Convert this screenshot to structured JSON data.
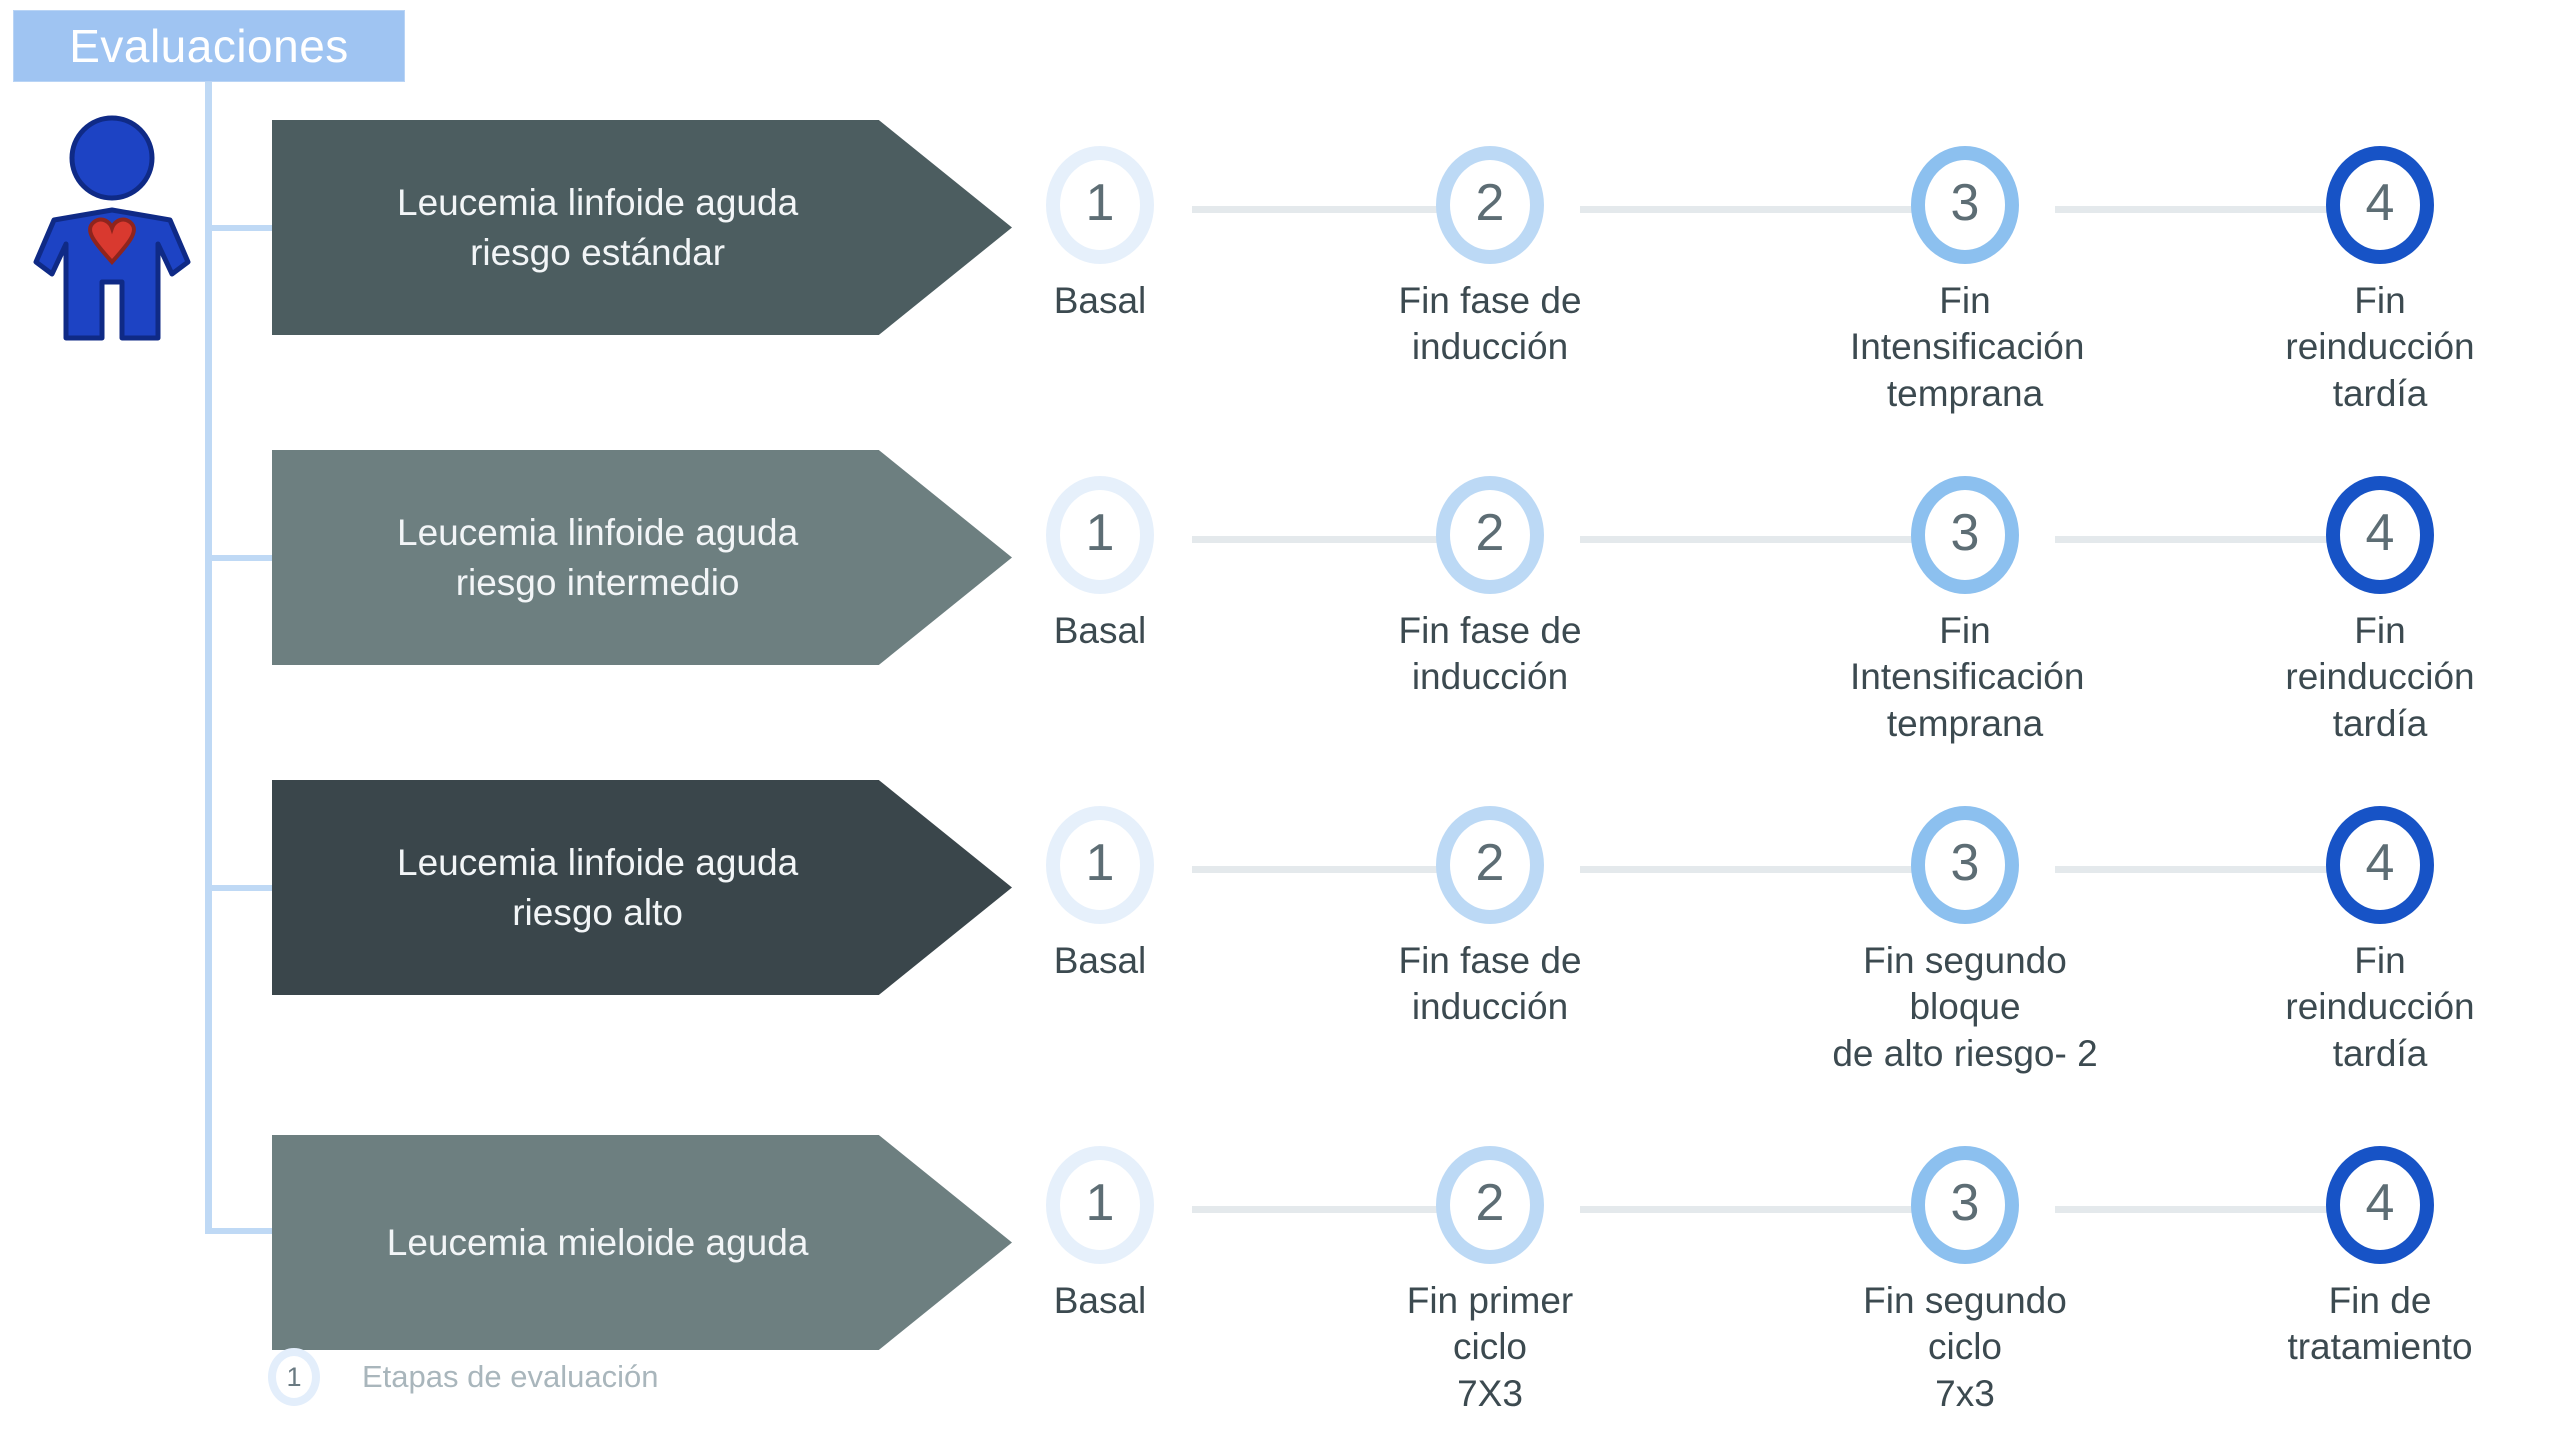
{
  "header": {
    "title": "Evaluaciones"
  },
  "patient_icon": {
    "name": "patient-with-heart-icon",
    "body_color": "#1d43c4",
    "heart_color": "#d9392f"
  },
  "legend": {
    "number": "1",
    "text": "Etapas de evaluación"
  },
  "palette": {
    "header_bg": "#9fc4f2",
    "connector": "#bfd9f5",
    "timeline_line": "#e4e9ec",
    "stage1": "#e6f0fb",
    "stage2": "#bcd9f5",
    "stage3": "#8cc0ef",
    "stage4": "#1753c6",
    "arrow_dark": "#3a464b",
    "arrow_mid": "#4c5d60",
    "arrow_light": "#6d7f80"
  },
  "rows": [
    {
      "arrow_label": "Leucemia linfoide aguda\nriesgo estándar",
      "arrow_color": "#4c5d60",
      "stages": [
        {
          "number": "1",
          "caption": "Basal"
        },
        {
          "number": "2",
          "caption": "Fin fase de\ninducción"
        },
        {
          "number": "3",
          "caption": "Fin Intensificación\ntemprana"
        },
        {
          "number": "4",
          "caption": "Fin reinducción\ntardía"
        }
      ]
    },
    {
      "arrow_label": "Leucemia linfoide aguda\nriesgo intermedio",
      "arrow_color": "#6d7f80",
      "stages": [
        {
          "number": "1",
          "caption": "Basal"
        },
        {
          "number": "2",
          "caption": "Fin fase de\ninducción"
        },
        {
          "number": "3",
          "caption": "Fin Intensificación\ntemprana"
        },
        {
          "number": "4",
          "caption": "Fin reinducción\ntardía"
        }
      ]
    },
    {
      "arrow_label": "Leucemia linfoide aguda\nriesgo alto",
      "arrow_color": "#3a464b",
      "stages": [
        {
          "number": "1",
          "caption": "Basal"
        },
        {
          "number": "2",
          "caption": "Fin fase de\ninducción"
        },
        {
          "number": "3",
          "caption": "Fin segundo bloque\nde alto riesgo- 2"
        },
        {
          "number": "4",
          "caption": "Fin reinducción\ntardía"
        }
      ]
    },
    {
      "arrow_label": "Leucemia mieloide aguda",
      "arrow_color": "#6d7f80",
      "stages": [
        {
          "number": "1",
          "caption": "Basal"
        },
        {
          "number": "2",
          "caption": "Fin primer ciclo\n7X3"
        },
        {
          "number": "3",
          "caption": "Fin segundo ciclo\n7x3"
        },
        {
          "number": "4",
          "caption": "Fin de\ntratamiento"
        }
      ]
    }
  ]
}
